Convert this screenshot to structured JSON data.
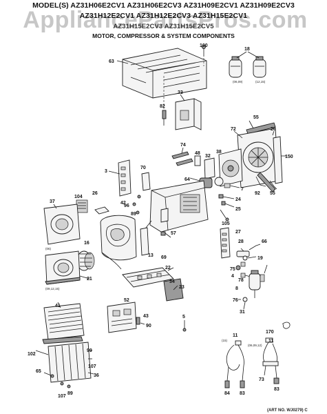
{
  "header": {
    "model_line_1": "MODEL(S) AZ31H06E2CV1  AZ31H06E2CV3  AZ31H09E2CV1  AZ31H09E2CV3",
    "model_line_2": "AZ31H12E2CV1  AZ31H12E2CV3  AZ31H15E2CV1",
    "model_line_3": "AZ31H15E2CV3  AZ31H15E2CV5",
    "subtitle": "MOTOR, COMPRESSOR & SYSTEM COMPONENTS"
  },
  "watermark": "AppliancePartsPros.com",
  "callouts": {
    "c100": "100",
    "c18": "18",
    "c63": "63",
    "c33": "33",
    "c82": "82",
    "c55a": "55",
    "c72": "72",
    "c20": "20",
    "c150": "150",
    "c74": "74",
    "c48": "48",
    "c32": "32",
    "c38": "38",
    "c3": "3",
    "c70": "70",
    "c42": "42",
    "c64": "64",
    "c7": "7",
    "c92": "92",
    "c55b": "55",
    "c24": "24",
    "c104": "104",
    "c26": "26",
    "c37": "37",
    "c96": "96",
    "c89a": "89",
    "c25": "25",
    "c105": "105",
    "c57": "57",
    "c27": "27",
    "c16": "16",
    "c66": "66",
    "c28": "28",
    "c19": "19",
    "c13": "13",
    "c69": "69",
    "c75": "75",
    "c4": "4",
    "c21": "21",
    "c22": "22",
    "c34": "34",
    "c78": "78",
    "c8": "8",
    "c23": "23",
    "c76": "76",
    "c31": "31",
    "c52": "52",
    "c41": "41",
    "c43": "43",
    "c90": "90",
    "c5": "5",
    "c11a": "11",
    "c170": "170",
    "c11b": "11",
    "c99": "99",
    "c102": "102",
    "c65": "65",
    "c107a": "107",
    "c36": "36",
    "c107b": "107",
    "c89b": "89",
    "c84": "84",
    "c83a": "83",
    "c73": "73",
    "c83b": "83"
  },
  "small_notes": {
    "n18a": "(06,09)",
    "n18b": "(12,15)",
    "n37": "(06)",
    "n21": "(09,12,15)",
    "n11a": "(15)",
    "n11b": "(06,09,12)"
  },
  "footer": {
    "art_no": "(ART NO. WJ0279) C"
  }
}
